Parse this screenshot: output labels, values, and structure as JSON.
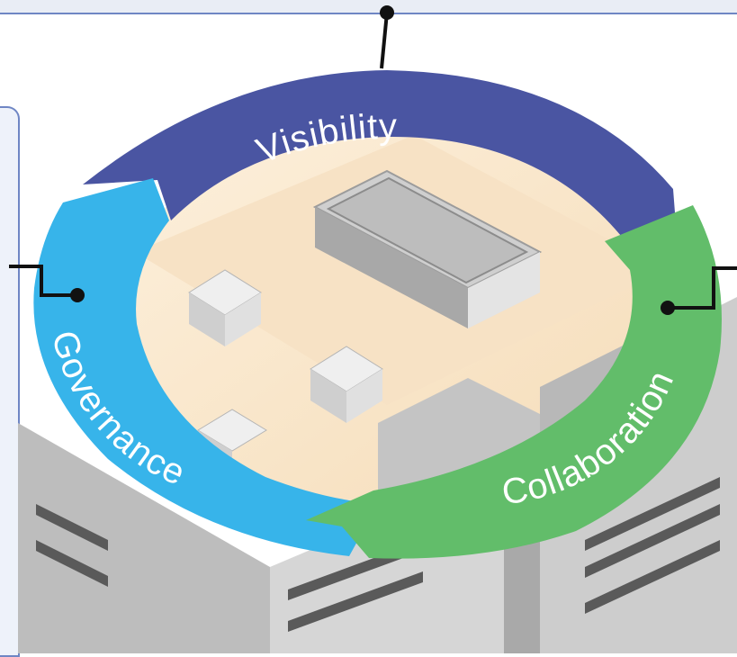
{
  "diagram": {
    "segments": [
      {
        "label": "Visibility",
        "color": "#4a55a2"
      },
      {
        "label": "Governance",
        "color": "#37b4ea"
      },
      {
        "label": "Collaboration",
        "color": "#62bd6a"
      }
    ],
    "colors": {
      "roof": "#fbe9cf",
      "building": "#c9c9c9",
      "connector": "#111111"
    }
  }
}
